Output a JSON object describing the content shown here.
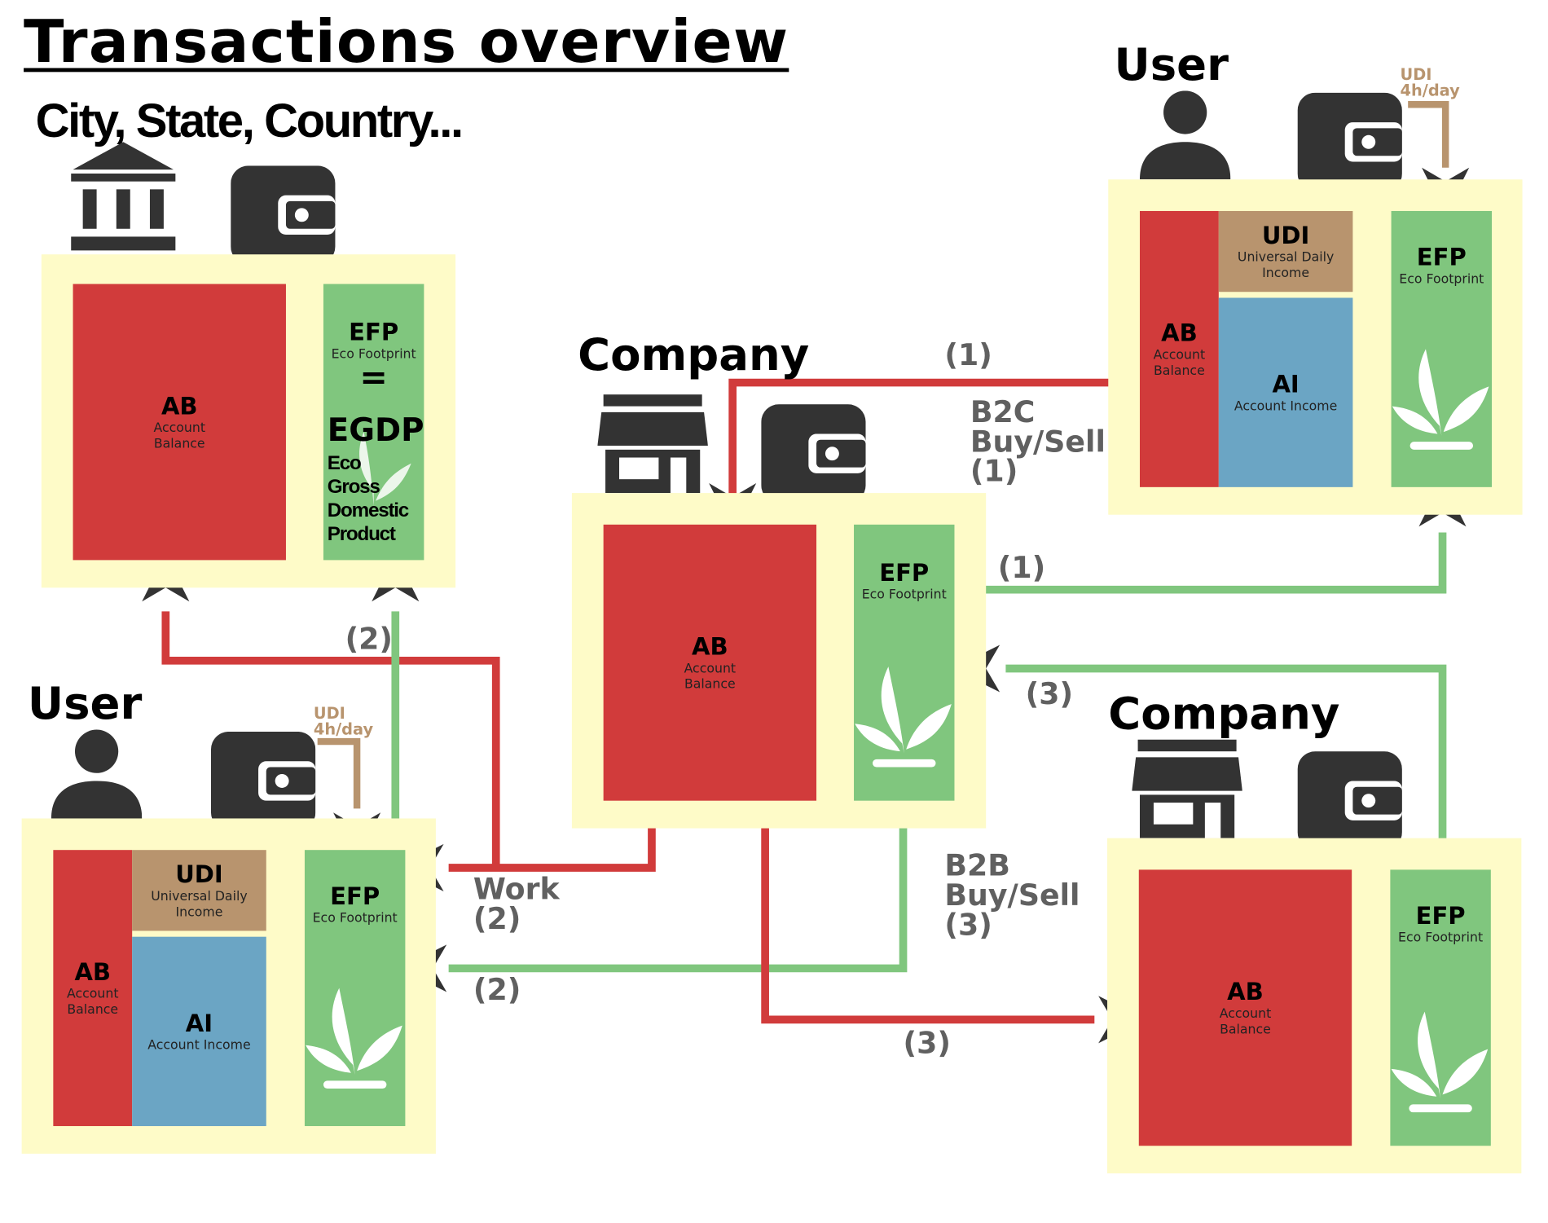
{
  "title": "Transactions overview",
  "entities": {
    "government": {
      "heading": "City, State, Country...",
      "ab": {
        "label": "AB",
        "sub": "Account Balance"
      },
      "efp": {
        "label": "EFP",
        "sub": "Eco Footprint",
        "equals": "=",
        "egdp": "EGDP",
        "egdp_words": [
          "Eco",
          "Gross",
          "Domestic",
          "Product"
        ]
      }
    },
    "company_center": {
      "heading": "Company",
      "ab": {
        "label": "AB",
        "sub": "Account Balance"
      },
      "efp": {
        "label": "EFP",
        "sub": "Eco Footprint"
      }
    },
    "user_top": {
      "heading": "User",
      "udi_note": "UDI\n4h/day",
      "ab": {
        "label": "AB",
        "sub": "Account Balance"
      },
      "udi": {
        "label": "UDI",
        "sub": "Universal Daily Income"
      },
      "ai": {
        "label": "AI",
        "sub": "Account Income"
      },
      "efp": {
        "label": "EFP",
        "sub": "Eco Footprint"
      }
    },
    "user_bottom": {
      "heading": "User",
      "udi_note": "UDI\n4h/day",
      "ab": {
        "label": "AB",
        "sub": "Account Balance"
      },
      "udi": {
        "label": "UDI",
        "sub": "Universal Daily Income"
      },
      "ai": {
        "label": "AI",
        "sub": "Account Income"
      },
      "efp": {
        "label": "EFP",
        "sub": "Eco Footprint"
      }
    },
    "company_right": {
      "heading": "Company",
      "ab": {
        "label": "AB",
        "sub": "Account Balance"
      },
      "efp": {
        "label": "EFP",
        "sub": "Eco Footprint"
      }
    }
  },
  "flows": {
    "b2c_top": "(1)",
    "b2c": "B2C\nBuy/Sell\n(1)",
    "efp_to_user": "(1)",
    "gov_step": "(2)",
    "work": "Work\n(2)",
    "efp_to_worker": "(2)",
    "b2b_efp": "(3)",
    "b2b": "B2B\nBuy/Sell\n(3)",
    "b2b_money": "(3)"
  },
  "colors": {
    "money_flow": "#d13b3b",
    "footprint_flow": "#80c67e",
    "udi_flow": "#b8946e",
    "arrow_head": "#333333",
    "panel": "#fefbc8"
  },
  "icons": [
    "bank-icon",
    "wallet-icon",
    "person-icon",
    "store-icon",
    "plant-icon"
  ]
}
